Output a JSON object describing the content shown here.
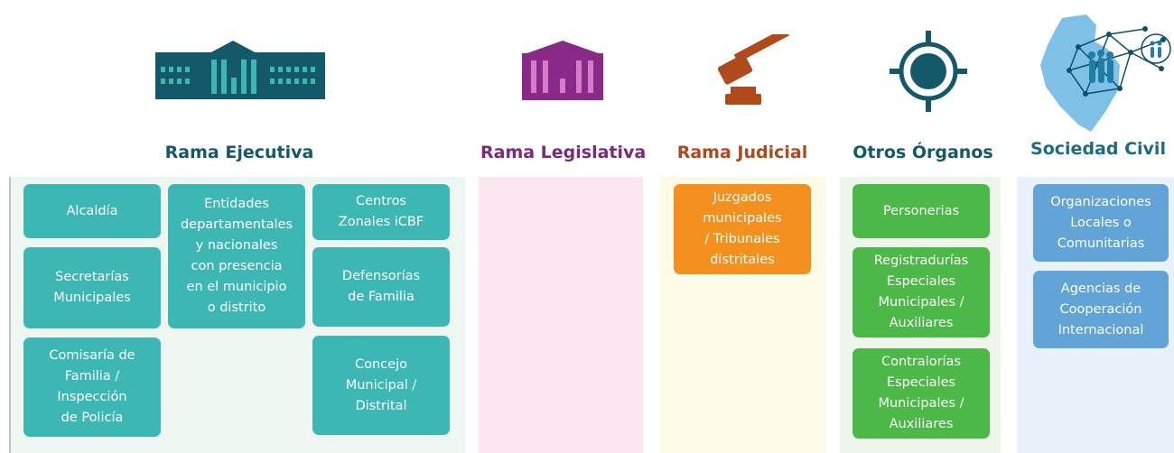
{
  "columns": {
    "ejecutiva": {
      "title": "Rama Ejecutiva",
      "color": "#13596a",
      "icon": "government-building-icon",
      "items": [
        "Alcaldía",
        "Secretarías\nMunicipales",
        "Comisaría de\nFamilia /\nInspección\nde Policía",
        "Entidades\ndepartamentales\ny nacionales\ncon presencia\nen el municipio\no distrito",
        "Centros\nZonales iCBF",
        "Defensorías\nde Familia",
        "Concejo\nMunicipal /\nDistrital"
      ]
    },
    "legislativa": {
      "title": "Rama Legislativa",
      "color": "#7b2a7b",
      "icon": "capitol-building-icon",
      "items": []
    },
    "judicial": {
      "title": "Rama Judicial",
      "color": "#b04a1a",
      "icon": "gavel-icon",
      "items": [
        "Juzgados\nmunicipales\n/ Tribunales\ndistritales"
      ]
    },
    "otros": {
      "title": "Otros Órganos",
      "color": "#13596a",
      "icon": "target-icon",
      "items": [
        "Personerias",
        "Registradurías\nEspeciales\nMunicipales /\nAuxiliares",
        "Contralorías\nEspeciales\nMunicipales /\nAuxiliares"
      ]
    },
    "sociedad": {
      "title": "Sociedad Civil",
      "color": "#1b6a8a",
      "icon": "colombia-map-network-icon",
      "items": [
        "Organizaciones\nLocales o\nComunitarias",
        "Agencias de\nCooperación\nInternacional"
      ]
    }
  },
  "colors": {
    "teal_box": "#3db7b4",
    "orange_box": "#f4901e",
    "green_box": "#4cb848",
    "blue_box": "#62a4d8",
    "panel_ejecutiva": "#eef6f1",
    "panel_legislativa": "#fce7f1",
    "panel_judicial": "#fefbe6",
    "panel_otros": "#eef5ea",
    "panel_sociedad": "#e9f1fa"
  }
}
